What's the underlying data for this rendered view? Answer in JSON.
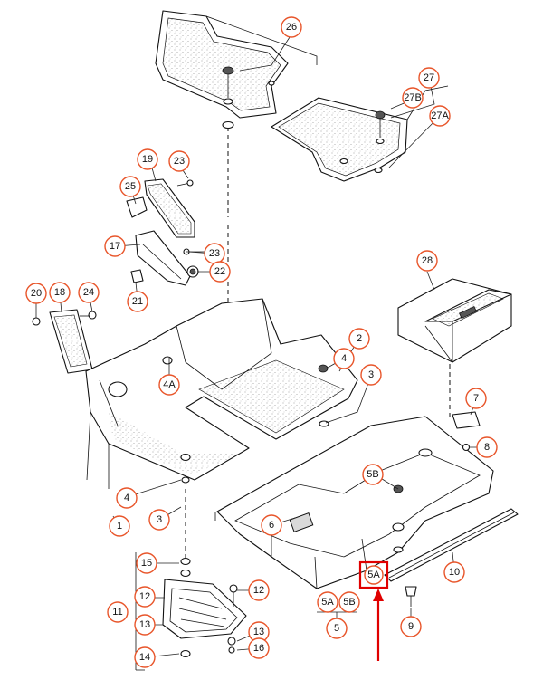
{
  "callouts": {
    "c26": "26",
    "c27": "27",
    "c27B": "27B",
    "c27A": "27A",
    "c19": "19",
    "c23a": "23",
    "c25": "25",
    "c17": "17",
    "c23b": "23",
    "c22": "22",
    "c21": "21",
    "c20": "20",
    "c18": "18",
    "c24": "24",
    "c28": "28",
    "c2": "2",
    "c4top": "4",
    "c3top": "3",
    "c4A": "4A",
    "c7": "7",
    "c8": "8",
    "c5B": "5B",
    "c6": "6",
    "c4bot": "4",
    "c1": "1",
    "c3bot": "3",
    "c15": "15",
    "c12a": "12",
    "c12b": "12",
    "c11": "11",
    "c13a": "13",
    "c13b": "13",
    "c16": "16",
    "c14": "14",
    "c10": "10",
    "c5A_box": "5A",
    "c5A": "5A",
    "c5Bb": "5B",
    "c5": "5",
    "c9": "9"
  },
  "colors": {
    "callout_ring": "#e8552a",
    "highlight": "#e00000"
  }
}
